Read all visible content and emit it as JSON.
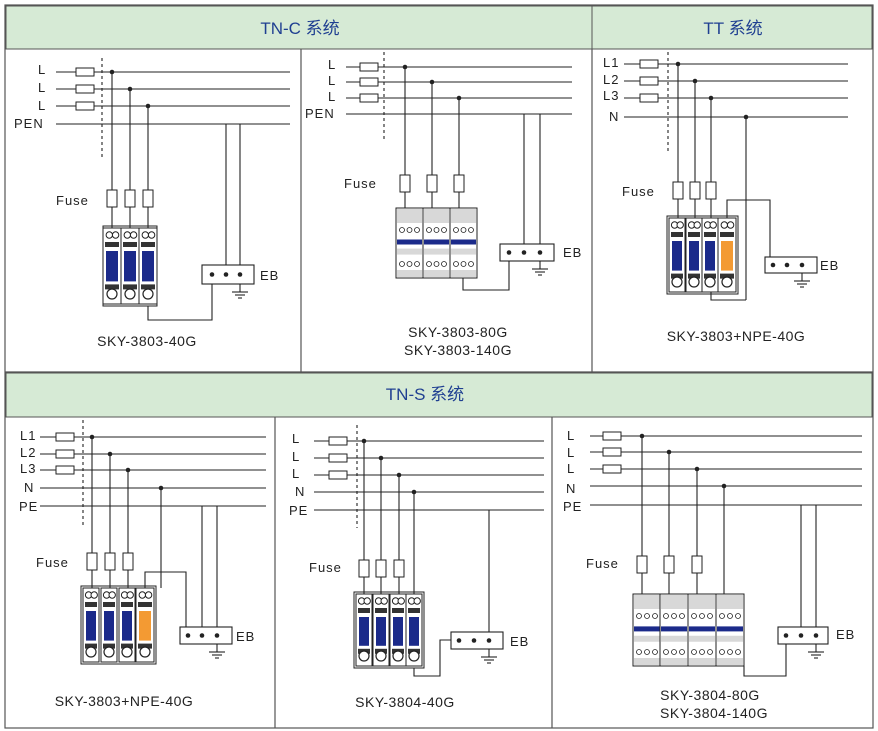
{
  "colors": {
    "header_bg": "#d6ead5",
    "header_text": "#1f3f91",
    "frame": "#555555",
    "line": "#222222",
    "module_blue": "#1b2a8a",
    "module_orange": "#f39a33",
    "module_gray": "#d8d8d8"
  },
  "sections": {
    "tnc": {
      "title": "TN-C 系统"
    },
    "tt": {
      "title": "TT 系统"
    },
    "tns": {
      "title": "TN-S 系统"
    }
  },
  "panels": [
    {
      "lines": [
        "L",
        "L",
        "L",
        "PEN"
      ],
      "fuse_label": "Fuse",
      "eb_label": "EB",
      "model": [
        "SKY-3803-40G"
      ]
    },
    {
      "lines": [
        "L",
        "L",
        "L",
        "PEN"
      ],
      "fuse_label": "Fuse",
      "eb_label": "EB",
      "model": [
        "SKY-3803-80G",
        "SKY-3803-140G"
      ]
    },
    {
      "lines": [
        "L1",
        "L2",
        "L3",
        "N"
      ],
      "fuse_label": "Fuse",
      "eb_label": "EB",
      "model": [
        "SKY-3803+NPE-40G"
      ]
    },
    {
      "lines": [
        "L1",
        "L2",
        "L3",
        "N",
        "PE"
      ],
      "fuse_label": "Fuse",
      "eb_label": "EB",
      "model": [
        "SKY-3803+NPE-40G"
      ]
    },
    {
      "lines": [
        "L",
        "L",
        "L",
        "N",
        "PE"
      ],
      "fuse_label": "Fuse",
      "eb_label": "EB",
      "model": [
        "SKY-3804-40G"
      ]
    },
    {
      "lines": [
        "L",
        "L",
        "L",
        "N",
        "PE"
      ],
      "fuse_label": "Fuse",
      "eb_label": "EB",
      "model": [
        "SKY-3804-80G",
        "SKY-3804-140G"
      ]
    }
  ]
}
